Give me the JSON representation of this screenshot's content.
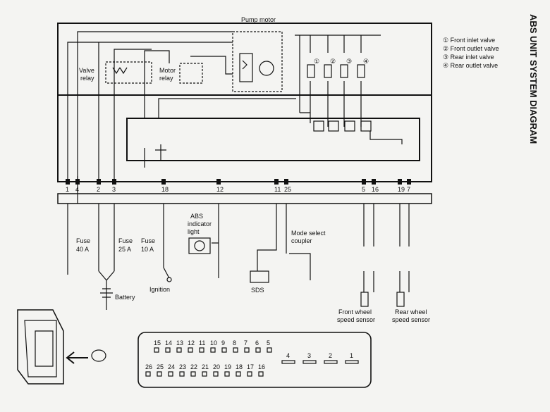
{
  "title": "ABS UNIT SYSTEM DIAGRAM",
  "labels": {
    "pump_motor": "Pump motor",
    "valve_relay_1": "Valve",
    "valve_relay_2": "relay",
    "motor_relay_1": "Motor",
    "motor_relay_2": "relay",
    "fuse40_1": "Fuse",
    "fuse40_2": "40 A",
    "fuse25_1": "Fuse",
    "fuse25_2": "25 A",
    "fuse10_1": "Fuse",
    "fuse10_2": "10 A",
    "battery": "Battery",
    "ignition": "Ignition",
    "abs_light_1": "ABS",
    "abs_light_2": "indicator",
    "abs_light_3": "light",
    "mode_1": "Mode select",
    "mode_2": "coupler",
    "sds": "SDS",
    "front_sensor_1": "Front wheel",
    "front_sensor_2": "speed sensor",
    "rear_sensor_1": "Rear wheel",
    "rear_sensor_2": "speed sensor"
  },
  "valve_circles": [
    "①",
    "②",
    "③",
    "④"
  ],
  "legend": [
    "① Front inlet valve",
    "② Front outlet valve",
    "③ Rear inlet valve",
    "④ Rear outlet valve"
  ],
  "terminals": [
    "1",
    "4",
    "2",
    "3",
    "18",
    "12",
    "11",
    "25",
    "5",
    "16",
    "19",
    "7"
  ],
  "connector": {
    "top_right_pins": [
      "15",
      "14",
      "13",
      "12",
      "11",
      "10",
      "9",
      "8",
      "7",
      "6",
      "5"
    ],
    "bottom_right_pins": [
      "26",
      "25",
      "24",
      "23",
      "22",
      "21",
      "20",
      "19",
      "18",
      "17",
      "16"
    ],
    "left_pins": [
      "4",
      "3",
      "2",
      "1"
    ]
  },
  "icons": [
    "abs-unit-connector-photo",
    "eye-icon",
    "arrow-icon"
  ]
}
